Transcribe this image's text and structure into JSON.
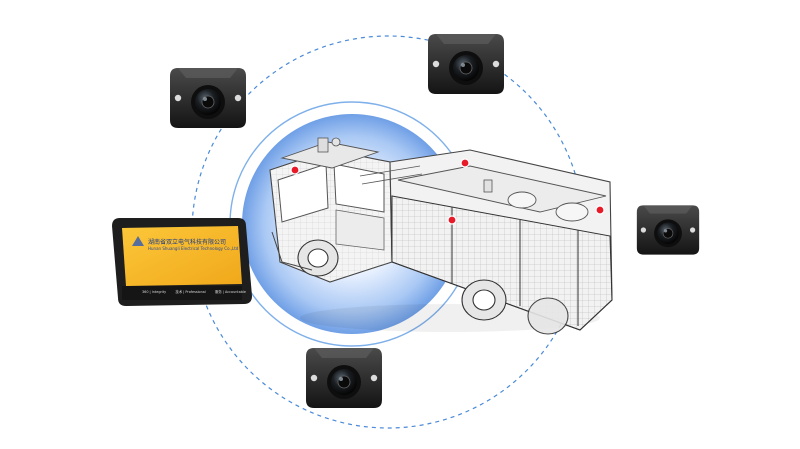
{
  "tablet": {
    "company_name": "湖南省双立电气科技有限公司",
    "company_name_en": "Hunan Shuangli Electrical Technology Co.,Ltd",
    "bezel_items": [
      "360 | Integrity",
      "技术 | Professional",
      "服务 | Accountable"
    ]
  },
  "colors": {
    "glow_center": "#ffffff",
    "glow_edge": "#6f9fe6",
    "orbit": "#4a8ad8",
    "sensor": "#e81a2a",
    "screen": "#f5b526",
    "camera_body": "#222222"
  }
}
